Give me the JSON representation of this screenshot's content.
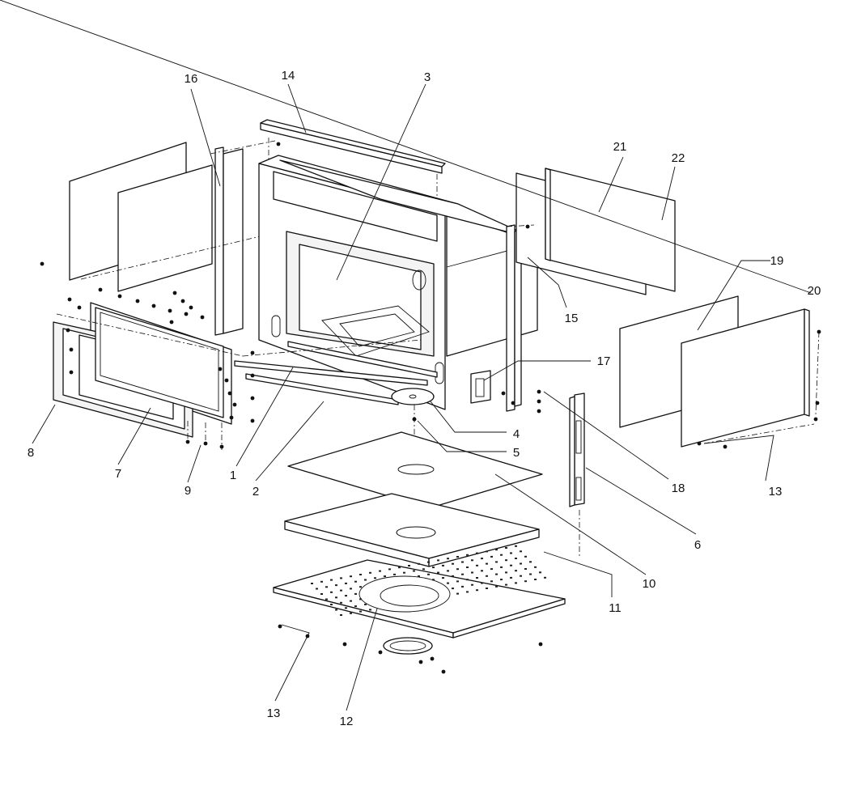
{
  "diagram": {
    "colors": {
      "line": "#111111",
      "background": "#ffffff",
      "panel_fill": "#f4f4f4"
    },
    "callouts": [
      "1",
      "2",
      "3",
      "4",
      "5",
      "6",
      "7",
      "8",
      "9",
      "10",
      "11",
      "12",
      "13",
      "13",
      "14",
      "15",
      "16",
      "17",
      "18",
      "19",
      "20",
      "21",
      "22"
    ]
  }
}
